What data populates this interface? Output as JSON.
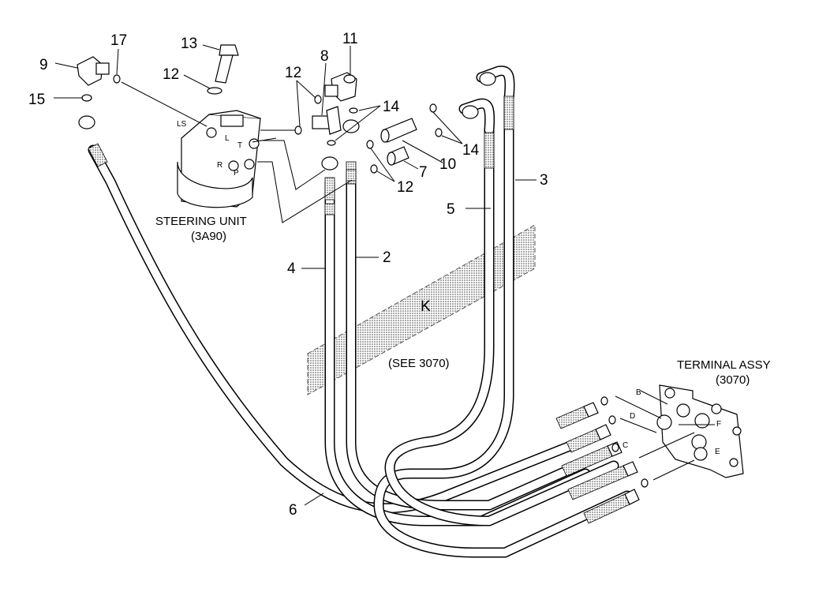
{
  "callouts": {
    "c2": "2",
    "c3": "3",
    "c4": "4",
    "c5": "5",
    "c6": "6",
    "c7": "7",
    "c8": "8",
    "c9": "9",
    "c10": "10",
    "c11": "11",
    "c12a": "12",
    "c12b": "12",
    "c12c": "12",
    "c13": "13",
    "c14a": "14",
    "c14b": "14",
    "c15": "15",
    "c17": "17"
  },
  "steering_unit": {
    "name": "STEERING UNIT",
    "code": "(3A90)"
  },
  "steering_ports": {
    "ls": "LS",
    "l": "L",
    "t": "T",
    "r": "R",
    "p": "P"
  },
  "zone": {
    "label": "K",
    "note": "(SEE 3070)"
  },
  "terminal": {
    "name": "TERMINAL ASSY",
    "code": "(3070)"
  },
  "terminal_ports": {
    "b": "B",
    "d": "D",
    "c": "C",
    "f": "F",
    "e": "E"
  }
}
